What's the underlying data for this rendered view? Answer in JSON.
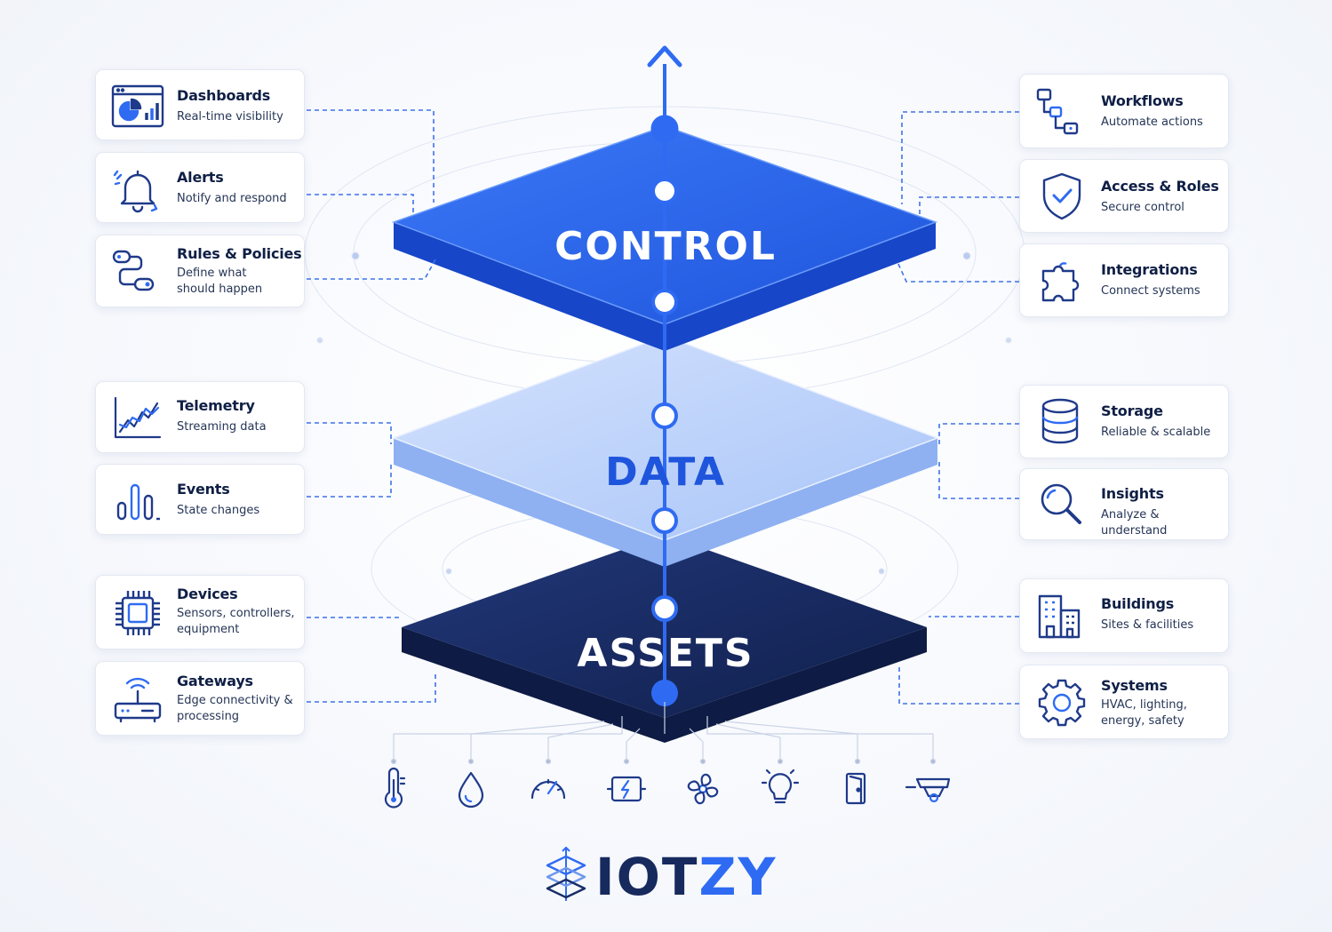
{
  "layers": {
    "control": "CONTROL",
    "data": "DATA",
    "assets": "ASSETS"
  },
  "left_cards": [
    {
      "title": "Dashboards",
      "subtitle": "Real-time visibility",
      "icon": "dashboard-icon"
    },
    {
      "title": "Alerts",
      "subtitle": "Notify and respond",
      "icon": "bell-icon"
    },
    {
      "title": "Rules & Policies",
      "subtitle": "Define what should happen",
      "icon": "rules-flow-icon"
    },
    {
      "title": "Telemetry",
      "subtitle": "Streaming data",
      "icon": "line-chart-icon"
    },
    {
      "title": "Events",
      "subtitle": "State changes",
      "icon": "bar-chart-icon"
    },
    {
      "title": "Devices",
      "subtitle": "Sensors, controllers, equipment",
      "icon": "chip-icon"
    },
    {
      "title": "Gateways",
      "subtitle": "Edge connectivity & processing",
      "icon": "router-icon"
    }
  ],
  "right_cards": [
    {
      "title": "Workflows",
      "subtitle": "Automate actions",
      "icon": "workflow-icon"
    },
    {
      "title": "Access & Roles",
      "subtitle": "Secure control",
      "icon": "shield-check-icon"
    },
    {
      "title": "Integrations",
      "subtitle": "Connect systems",
      "icon": "puzzle-icon"
    },
    {
      "title": "Storage",
      "subtitle": "Reliable & scalable",
      "icon": "database-icon"
    },
    {
      "title": "Insights",
      "subtitle": "Analyze & understand",
      "icon": "magnifier-icon"
    },
    {
      "title": "Buildings",
      "subtitle": "Sites & facilities",
      "icon": "building-icon"
    },
    {
      "title": "Systems",
      "subtitle": "HVAC, lighting, energy, safety",
      "icon": "gear-icon"
    }
  ],
  "asset_icons": [
    "thermometer-icon",
    "water-drop-icon",
    "gauge-icon",
    "power-meter-icon",
    "fan-icon",
    "light-bulb-icon",
    "door-icon",
    "camera-icon"
  ],
  "brand": {
    "part1": "IOT",
    "part2": "ZY"
  },
  "colors": {
    "control": "#2f6bf2",
    "data": "#bcd3fb",
    "assets": "#182d66",
    "line": "#2f6bf2",
    "dark_text": "#0f1f45",
    "icon": "#1f3a8a"
  }
}
